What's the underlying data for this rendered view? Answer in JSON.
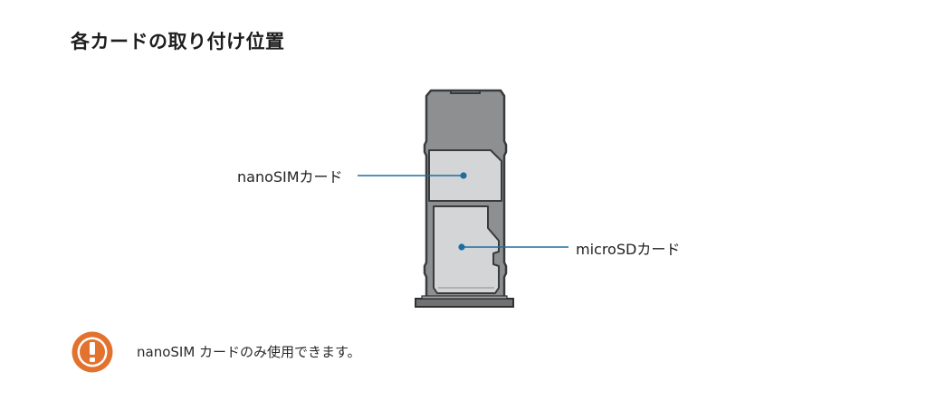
{
  "title": "各カードの取り付け位置",
  "callouts": {
    "nano_sim": "nanoSIMカード",
    "micro_sd": "microSDカード"
  },
  "caution": {
    "icon": "caution-icon",
    "text": "nanoSIM カードのみ使用できます。"
  },
  "colors": {
    "callout_line": "#1b6fa0",
    "caution_orange": "#e2722e",
    "tray_gray": "#8d8f90",
    "card_gray": "#d4d5d6"
  }
}
